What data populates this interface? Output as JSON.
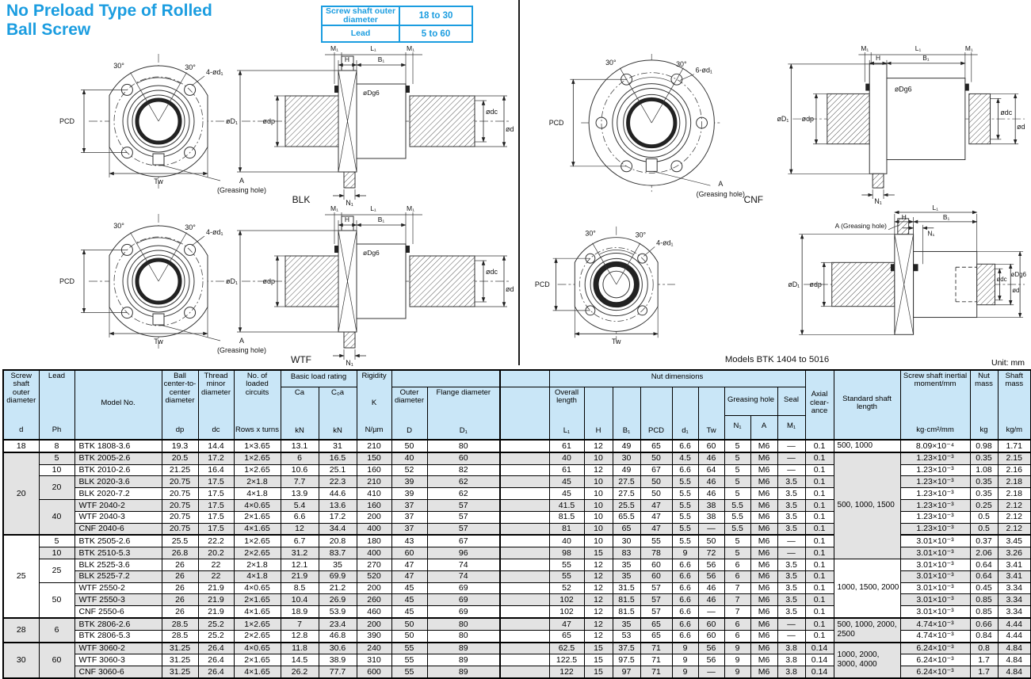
{
  "page": {
    "title_line1": "No Preload Type of Rolled",
    "title_line2": "Ball Screw",
    "unit_note": "Unit: mm"
  },
  "spec_box": {
    "row1_label": "Screw shaft outer diameter",
    "row1_value": "18 to 30",
    "row2_label": "Lead",
    "row2_value": "5 to 60"
  },
  "diagrams": {
    "labels": {
      "m1": "M₁",
      "l1": "L₁",
      "h": "H",
      "b1": "B₁",
      "n1": "N₁",
      "phi_d1_flange": "øD₁",
      "phi_dp": "ødp",
      "phi_dg6": "øDg6",
      "phi_dc": "ødc",
      "phi_d": "ød",
      "pcd": "PCD",
      "tw": "Tw",
      "angle": "30°",
      "holes4": "4-ød₁",
      "holes6": "6-ød₁",
      "grease_a": "A",
      "grease_note": "(Greasing hole)",
      "grease_full": "A (Greasing hole)"
    },
    "blk": {
      "caption": "BLK"
    },
    "wtf": {
      "caption": "WTF"
    },
    "cnf": {
      "caption": "CNF"
    },
    "btk": {
      "caption": "Models BTK 1404 to 5016"
    }
  },
  "table": {
    "headers": {
      "d_name": "Screw shaft outer diameter",
      "d_sym": "d",
      "ph_name": "Lead",
      "ph_sym": "Ph",
      "model": "Model No.",
      "dp_name": "Ball center-to-center diameter",
      "dp_sym": "dp",
      "dc_name": "Thread minor diameter",
      "dc_sym": "dc",
      "circuits_name": "No. of loaded circuits",
      "circuits_sym": "Rows x turns",
      "basic_name": "Basic load rating",
      "ca_sym": "Ca",
      "c0a_sym": "C₀a",
      "kn_unit": "kN",
      "rigidity_name": "Rigidity",
      "rigidity_sym": "K",
      "rigidity_unit": "N/µm",
      "outer_name": "Outer diameter",
      "outer_sym": "D",
      "flange_name": "Flange diameter",
      "flange_sym": "D₁",
      "nut_name": "Nut dimensions",
      "overall_name": "Overall length",
      "l1_sym": "L₁",
      "h_sym": "H",
      "b1_sym": "B₁",
      "pcd_sym": "PCD",
      "d1_sym": "d₁",
      "tw_sym": "Tw",
      "greasing_name": "Greasing hole",
      "n1_sym": "N₁",
      "a_sym": "A",
      "seal_name": "Seal",
      "m1_sym": "M₁",
      "axial_lines": [
        "Axial",
        "clear-",
        "ance"
      ],
      "stdlen_name": "Standard shaft length",
      "inertial_name": "Screw shaft inertial moment/mm",
      "inertial_unit": "kg·cm²/mm",
      "nutmass_name": "Nut mass",
      "nutmass_unit": "kg",
      "shaftmass_name": "Shaft mass",
      "shaftmass_unit": "kg/m"
    },
    "d_groups": [
      {
        "label": "18",
        "span": 1
      },
      {
        "label": "20",
        "span": 7
      },
      {
        "label": "25",
        "span": 7
      },
      {
        "label": "28",
        "span": 2
      },
      {
        "label": "30",
        "span": 3
      }
    ],
    "ph_groups": [
      {
        "label": "8",
        "span": 1
      },
      {
        "label": "5",
        "span": 1
      },
      {
        "label": "10",
        "span": 1
      },
      {
        "label": "20",
        "span": 2
      },
      {
        "label": "40",
        "span": 3
      },
      {
        "label": "5",
        "span": 1
      },
      {
        "label": "10",
        "span": 1
      },
      {
        "label": "25",
        "span": 2
      },
      {
        "label": "50",
        "span": 3
      },
      {
        "label": "6",
        "span": 2
      },
      {
        "label": "60",
        "span": 3
      }
    ],
    "len_groups": [
      {
        "label": "500, 1000",
        "span": 1
      },
      {
        "label": "500, 1000, 1500",
        "span": 9
      },
      {
        "label": "1000, 1500, 2000",
        "span": 5
      },
      {
        "label": "500, 1000, 2000, 2500",
        "span": 2
      },
      {
        "label": "1000, 2000, 3000, 4000",
        "span": 3
      }
    ],
    "group_breaks": [
      1,
      8,
      15,
      17
    ],
    "rows": [
      {
        "model": "BTK 1808-3.6",
        "dp": "19.3",
        "dc": "14.4",
        "circuits": "1×3.65",
        "ca": "13.1",
        "c0a": "31",
        "k": "210",
        "D": "50",
        "D1": "80",
        "L1": "61",
        "H": "12",
        "B1": "49",
        "PCD": "65",
        "d1": "6.6",
        "Tw": "60",
        "N1": "5",
        "A": "M6",
        "M1": "—",
        "axial": "0.1",
        "inertial": "8.09×10⁻⁴",
        "nut_mass": "0.98",
        "shaft_mass": "1.71"
      },
      {
        "model": "BTK 2005-2.6",
        "dp": "20.5",
        "dc": "17.2",
        "circuits": "1×2.65",
        "ca": "6",
        "c0a": "16.5",
        "k": "150",
        "D": "40",
        "D1": "60",
        "L1": "40",
        "H": "10",
        "B1": "30",
        "PCD": "50",
        "d1": "4.5",
        "Tw": "46",
        "N1": "5",
        "A": "M6",
        "M1": "—",
        "axial": "0.1",
        "inertial": "1.23×10⁻³",
        "nut_mass": "0.35",
        "shaft_mass": "2.15"
      },
      {
        "model": "BTK 2010-2.6",
        "dp": "21.25",
        "dc": "16.4",
        "circuits": "1×2.65",
        "ca": "10.6",
        "c0a": "25.1",
        "k": "160",
        "D": "52",
        "D1": "82",
        "L1": "61",
        "H": "12",
        "B1": "49",
        "PCD": "67",
        "d1": "6.6",
        "Tw": "64",
        "N1": "5",
        "A": "M6",
        "M1": "—",
        "axial": "0.1",
        "inertial": "1.23×10⁻³",
        "nut_mass": "1.08",
        "shaft_mass": "2.16"
      },
      {
        "model": "BLK 2020-3.6",
        "dp": "20.75",
        "dc": "17.5",
        "circuits": "2×1.8",
        "ca": "7.7",
        "c0a": "22.3",
        "k": "210",
        "D": "39",
        "D1": "62",
        "L1": "45",
        "H": "10",
        "B1": "27.5",
        "PCD": "50",
        "d1": "5.5",
        "Tw": "46",
        "N1": "5",
        "A": "M6",
        "M1": "3.5",
        "axial": "0.1",
        "inertial": "1.23×10⁻³",
        "nut_mass": "0.35",
        "shaft_mass": "2.18"
      },
      {
        "model": "BLK 2020-7.2",
        "dp": "20.75",
        "dc": "17.5",
        "circuits": "4×1.8",
        "ca": "13.9",
        "c0a": "44.6",
        "k": "410",
        "D": "39",
        "D1": "62",
        "L1": "45",
        "H": "10",
        "B1": "27.5",
        "PCD": "50",
        "d1": "5.5",
        "Tw": "46",
        "N1": "5",
        "A": "M6",
        "M1": "3.5",
        "axial": "0.1",
        "inertial": "1.23×10⁻³",
        "nut_mass": "0.35",
        "shaft_mass": "2.18"
      },
      {
        "model": "WTF 2040-2",
        "dp": "20.75",
        "dc": "17.5",
        "circuits": "4×0.65",
        "ca": "5.4",
        "c0a": "13.6",
        "k": "160",
        "D": "37",
        "D1": "57",
        "L1": "41.5",
        "H": "10",
        "B1": "25.5",
        "PCD": "47",
        "d1": "5.5",
        "Tw": "38",
        "N1": "5.5",
        "A": "M6",
        "M1": "3.5",
        "axial": "0.1",
        "inertial": "1.23×10⁻³",
        "nut_mass": "0.25",
        "shaft_mass": "2.12"
      },
      {
        "model": "WTF 2040-3",
        "dp": "20.75",
        "dc": "17.5",
        "circuits": "2×1.65",
        "ca": "6.6",
        "c0a": "17.2",
        "k": "200",
        "D": "37",
        "D1": "57",
        "L1": "81.5",
        "H": "10",
        "B1": "65.5",
        "PCD": "47",
        "d1": "5.5",
        "Tw": "38",
        "N1": "5.5",
        "A": "M6",
        "M1": "3.5",
        "axial": "0.1",
        "inertial": "1.23×10⁻³",
        "nut_mass": "0.5",
        "shaft_mass": "2.12"
      },
      {
        "model": "CNF 2040-6",
        "dp": "20.75",
        "dc": "17.5",
        "circuits": "4×1.65",
        "ca": "12",
        "c0a": "34.4",
        "k": "400",
        "D": "37",
        "D1": "57",
        "L1": "81",
        "H": "10",
        "B1": "65",
        "PCD": "47",
        "d1": "5.5",
        "Tw": "—",
        "N1": "5.5",
        "A": "M6",
        "M1": "3.5",
        "axial": "0.1",
        "inertial": "1.23×10⁻³",
        "nut_mass": "0.5",
        "shaft_mass": "2.12"
      },
      {
        "model": "BTK 2505-2.6",
        "dp": "25.5",
        "dc": "22.2",
        "circuits": "1×2.65",
        "ca": "6.7",
        "c0a": "20.8",
        "k": "180",
        "D": "43",
        "D1": "67",
        "L1": "40",
        "H": "10",
        "B1": "30",
        "PCD": "55",
        "d1": "5.5",
        "Tw": "50",
        "N1": "5",
        "A": "M6",
        "M1": "—",
        "axial": "0.1",
        "inertial": "3.01×10⁻³",
        "nut_mass": "0.37",
        "shaft_mass": "3.45"
      },
      {
        "model": "BTK 2510-5.3",
        "dp": "26.8",
        "dc": "20.2",
        "circuits": "2×2.65",
        "ca": "31.2",
        "c0a": "83.7",
        "k": "400",
        "D": "60",
        "D1": "96",
        "L1": "98",
        "H": "15",
        "B1": "83",
        "PCD": "78",
        "d1": "9",
        "Tw": "72",
        "N1": "5",
        "A": "M6",
        "M1": "—",
        "axial": "0.1",
        "inertial": "3.01×10⁻³",
        "nut_mass": "2.06",
        "shaft_mass": "3.26"
      },
      {
        "model": "BLK 2525-3.6",
        "dp": "26",
        "dc": "22",
        "circuits": "2×1.8",
        "ca": "12.1",
        "c0a": "35",
        "k": "270",
        "D": "47",
        "D1": "74",
        "L1": "55",
        "H": "12",
        "B1": "35",
        "PCD": "60",
        "d1": "6.6",
        "Tw": "56",
        "N1": "6",
        "A": "M6",
        "M1": "3.5",
        "axial": "0.1",
        "inertial": "3.01×10⁻³",
        "nut_mass": "0.64",
        "shaft_mass": "3.41"
      },
      {
        "model": "BLK 2525-7.2",
        "dp": "26",
        "dc": "22",
        "circuits": "4×1.8",
        "ca": "21.9",
        "c0a": "69.9",
        "k": "520",
        "D": "47",
        "D1": "74",
        "L1": "55",
        "H": "12",
        "B1": "35",
        "PCD": "60",
        "d1": "6.6",
        "Tw": "56",
        "N1": "6",
        "A": "M6",
        "M1": "3.5",
        "axial": "0.1",
        "inertial": "3.01×10⁻³",
        "nut_mass": "0.64",
        "shaft_mass": "3.41"
      },
      {
        "model": "WTF 2550-2",
        "dp": "26",
        "dc": "21.9",
        "circuits": "4×0.65",
        "ca": "8.5",
        "c0a": "21.2",
        "k": "200",
        "D": "45",
        "D1": "69",
        "L1": "52",
        "H": "12",
        "B1": "31.5",
        "PCD": "57",
        "d1": "6.6",
        "Tw": "46",
        "N1": "7",
        "A": "M6",
        "M1": "3.5",
        "axial": "0.1",
        "inertial": "3.01×10⁻³",
        "nut_mass": "0.45",
        "shaft_mass": "3.34"
      },
      {
        "model": "WTF 2550-3",
        "dp": "26",
        "dc": "21.9",
        "circuits": "2×1.65",
        "ca": "10.4",
        "c0a": "26.9",
        "k": "260",
        "D": "45",
        "D1": "69",
        "L1": "102",
        "H": "12",
        "B1": "81.5",
        "PCD": "57",
        "d1": "6.6",
        "Tw": "46",
        "N1": "7",
        "A": "M6",
        "M1": "3.5",
        "axial": "0.1",
        "inertial": "3.01×10⁻³",
        "nut_mass": "0.85",
        "shaft_mass": "3.34"
      },
      {
        "model": "CNF 2550-6",
        "dp": "26",
        "dc": "21.9",
        "circuits": "4×1.65",
        "ca": "18.9",
        "c0a": "53.9",
        "k": "460",
        "D": "45",
        "D1": "69",
        "L1": "102",
        "H": "12",
        "B1": "81.5",
        "PCD": "57",
        "d1": "6.6",
        "Tw": "—",
        "N1": "7",
        "A": "M6",
        "M1": "3.5",
        "axial": "0.1",
        "inertial": "3.01×10⁻³",
        "nut_mass": "0.85",
        "shaft_mass": "3.34"
      },
      {
        "model": "BTK 2806-2.6",
        "dp": "28.5",
        "dc": "25.2",
        "circuits": "1×2.65",
        "ca": "7",
        "c0a": "23.4",
        "k": "200",
        "D": "50",
        "D1": "80",
        "L1": "47",
        "H": "12",
        "B1": "35",
        "PCD": "65",
        "d1": "6.6",
        "Tw": "60",
        "N1": "6",
        "A": "M6",
        "M1": "—",
        "axial": "0.1",
        "inertial": "4.74×10⁻³",
        "nut_mass": "0.66",
        "shaft_mass": "4.44"
      },
      {
        "model": "BTK 2806-5.3",
        "dp": "28.5",
        "dc": "25.2",
        "circuits": "2×2.65",
        "ca": "12.8",
        "c0a": "46.8",
        "k": "390",
        "D": "50",
        "D1": "80",
        "L1": "65",
        "H": "12",
        "B1": "53",
        "PCD": "65",
        "d1": "6.6",
        "Tw": "60",
        "N1": "6",
        "A": "M6",
        "M1": "—",
        "axial": "0.1",
        "inertial": "4.74×10⁻³",
        "nut_mass": "0.84",
        "shaft_mass": "4.44"
      },
      {
        "model": "WTF 3060-2",
        "dp": "31.25",
        "dc": "26.4",
        "circuits": "4×0.65",
        "ca": "11.8",
        "c0a": "30.6",
        "k": "240",
        "D": "55",
        "D1": "89",
        "L1": "62.5",
        "H": "15",
        "B1": "37.5",
        "PCD": "71",
        "d1": "9",
        "Tw": "56",
        "N1": "9",
        "A": "M6",
        "M1": "3.8",
        "axial": "0.14",
        "inertial": "6.24×10⁻³",
        "nut_mass": "0.8",
        "shaft_mass": "4.84"
      },
      {
        "model": "WTF 3060-3",
        "dp": "31.25",
        "dc": "26.4",
        "circuits": "2×1.65",
        "ca": "14.5",
        "c0a": "38.9",
        "k": "310",
        "D": "55",
        "D1": "89",
        "L1": "122.5",
        "H": "15",
        "B1": "97.5",
        "PCD": "71",
        "d1": "9",
        "Tw": "56",
        "N1": "9",
        "A": "M6",
        "M1": "3.8",
        "axial": "0.14",
        "inertial": "6.24×10⁻³",
        "nut_mass": "1.7",
        "shaft_mass": "4.84"
      },
      {
        "model": "CNF 3060-6",
        "dp": "31.25",
        "dc": "26.4",
        "circuits": "4×1.65",
        "ca": "26.2",
        "c0a": "77.7",
        "k": "600",
        "D": "55",
        "D1": "89",
        "L1": "122",
        "H": "15",
        "B1": "97",
        "PCD": "71",
        "d1": "9",
        "Tw": "—",
        "N1": "9",
        "A": "M6",
        "M1": "3.8",
        "axial": "0.14",
        "inertial": "6.24×10⁻³",
        "nut_mass": "1.7",
        "shaft_mass": "4.84"
      }
    ]
  }
}
